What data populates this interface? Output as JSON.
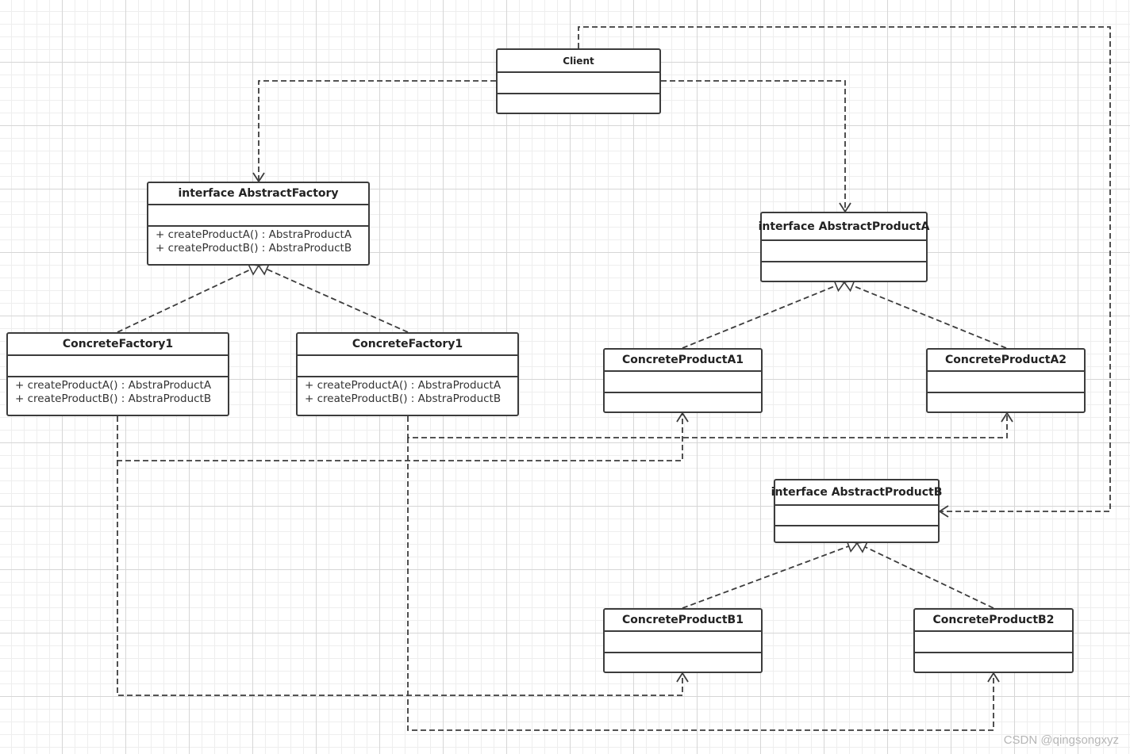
{
  "classes": {
    "client": {
      "name": "Client",
      "methods": []
    },
    "abstract_factory": {
      "name": "interface AbstractFactory",
      "methods": [
        "+ createProductA() :  AbstraProductA",
        "+ createProductB() :  AbstraProductB"
      ]
    },
    "concrete_factory_left": {
      "name": "ConcreteFactory1",
      "methods": [
        "+ createProductA() :  AbstraProductA",
        "+ createProductB() :  AbstraProductB"
      ]
    },
    "concrete_factory_right": {
      "name": "ConcreteFactory1",
      "methods": [
        "+ createProductA() :  AbstraProductA",
        "+ createProductB() :  AbstraProductB"
      ]
    },
    "abstract_product_a": {
      "name": "interface AbstractProductA",
      "methods": []
    },
    "concrete_product_a1": {
      "name": "ConcreteProductA1",
      "methods": []
    },
    "concrete_product_a2": {
      "name": "ConcreteProductA2",
      "methods": []
    },
    "abstract_product_b": {
      "name": "interface AbstractProductB",
      "methods": []
    },
    "concrete_product_b1": {
      "name": "ConcreteProductB1",
      "methods": []
    },
    "concrete_product_b2": {
      "name": "ConcreteProductB2",
      "methods": []
    }
  },
  "relations": [
    {
      "from": "client",
      "to": "abstract_factory",
      "type": "dependency"
    },
    {
      "from": "client",
      "to": "abstract_product_a",
      "type": "dependency"
    },
    {
      "from": "client",
      "to": "abstract_product_b",
      "type": "dependency"
    },
    {
      "from": "concrete_factory_left",
      "to": "abstract_factory",
      "type": "realization"
    },
    {
      "from": "concrete_factory_right",
      "to": "abstract_factory",
      "type": "realization"
    },
    {
      "from": "concrete_product_a1",
      "to": "abstract_product_a",
      "type": "realization"
    },
    {
      "from": "concrete_product_a2",
      "to": "abstract_product_a",
      "type": "realization"
    },
    {
      "from": "concrete_product_b1",
      "to": "abstract_product_b",
      "type": "realization"
    },
    {
      "from": "concrete_product_b2",
      "to": "abstract_product_b",
      "type": "realization"
    },
    {
      "from": "concrete_factory_left",
      "to": "concrete_product_a1",
      "type": "dependency"
    },
    {
      "from": "concrete_factory_left",
      "to": "concrete_product_b1",
      "type": "dependency"
    },
    {
      "from": "concrete_factory_right",
      "to": "concrete_product_a2",
      "type": "dependency"
    },
    {
      "from": "concrete_factory_right",
      "to": "concrete_product_b2",
      "type": "dependency"
    }
  ],
  "watermark": "CSDN @qingsongxyz",
  "colors": {
    "line": "#3c3c3c",
    "box_border": "#3c3c3c",
    "grid_major": "#d6d6d6",
    "grid_minor": "#eeeeee",
    "watermark": "#b6b6b6"
  }
}
